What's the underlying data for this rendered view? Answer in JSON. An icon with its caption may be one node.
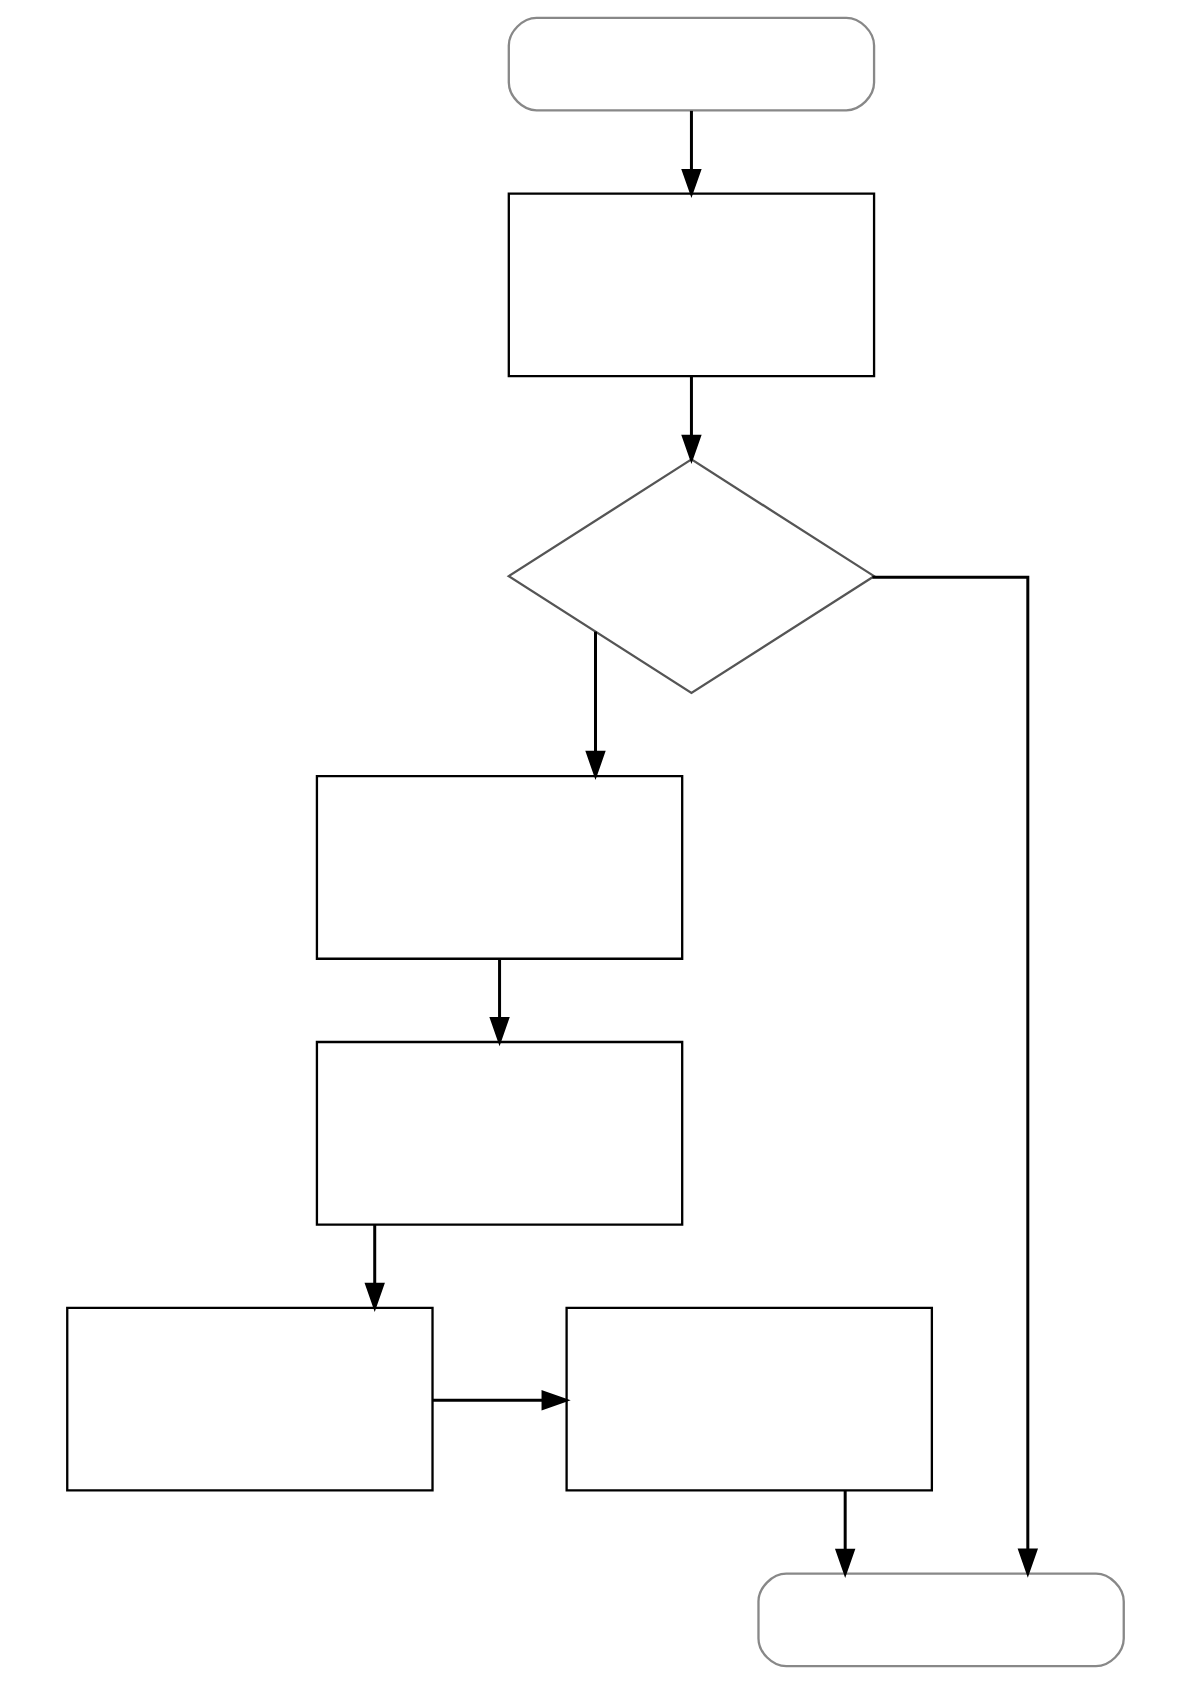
{
  "diagram": {
    "nodes": [
      {
        "text": [],
        "shape": "box"
      },
      {
        "text": [],
        "shape": "box"
      },
      {
        "text": [],
        "shape": "diamond"
      },
      {
        "text": [],
        "shape": "box"
      },
      {
        "text": [],
        "shape": "box"
      },
      {
        "text": [],
        "shape": "box"
      },
      {
        "text": [],
        "shape": "box"
      },
      {
        "text": [],
        "shape": "box"
      }
    ],
    "edges": [
      {
        "from": 0,
        "to": 1,
        "arrow": "to"
      },
      {
        "from": 1,
        "to": 2,
        "arrow": "to"
      },
      {
        "from": 2,
        "to": 3,
        "arrow": "to"
      },
      {
        "from": 3,
        "to": 4,
        "arrow": "to"
      },
      {
        "from": 4,
        "to": 5,
        "arrow": "to"
      },
      {
        "from": 5,
        "to": 6,
        "arrow": "to"
      },
      {
        "from": 6,
        "to": 7,
        "arrow": "to"
      },
      {
        "from": 2,
        "to": 7,
        "arrow": "to"
      }
    ]
  }
}
